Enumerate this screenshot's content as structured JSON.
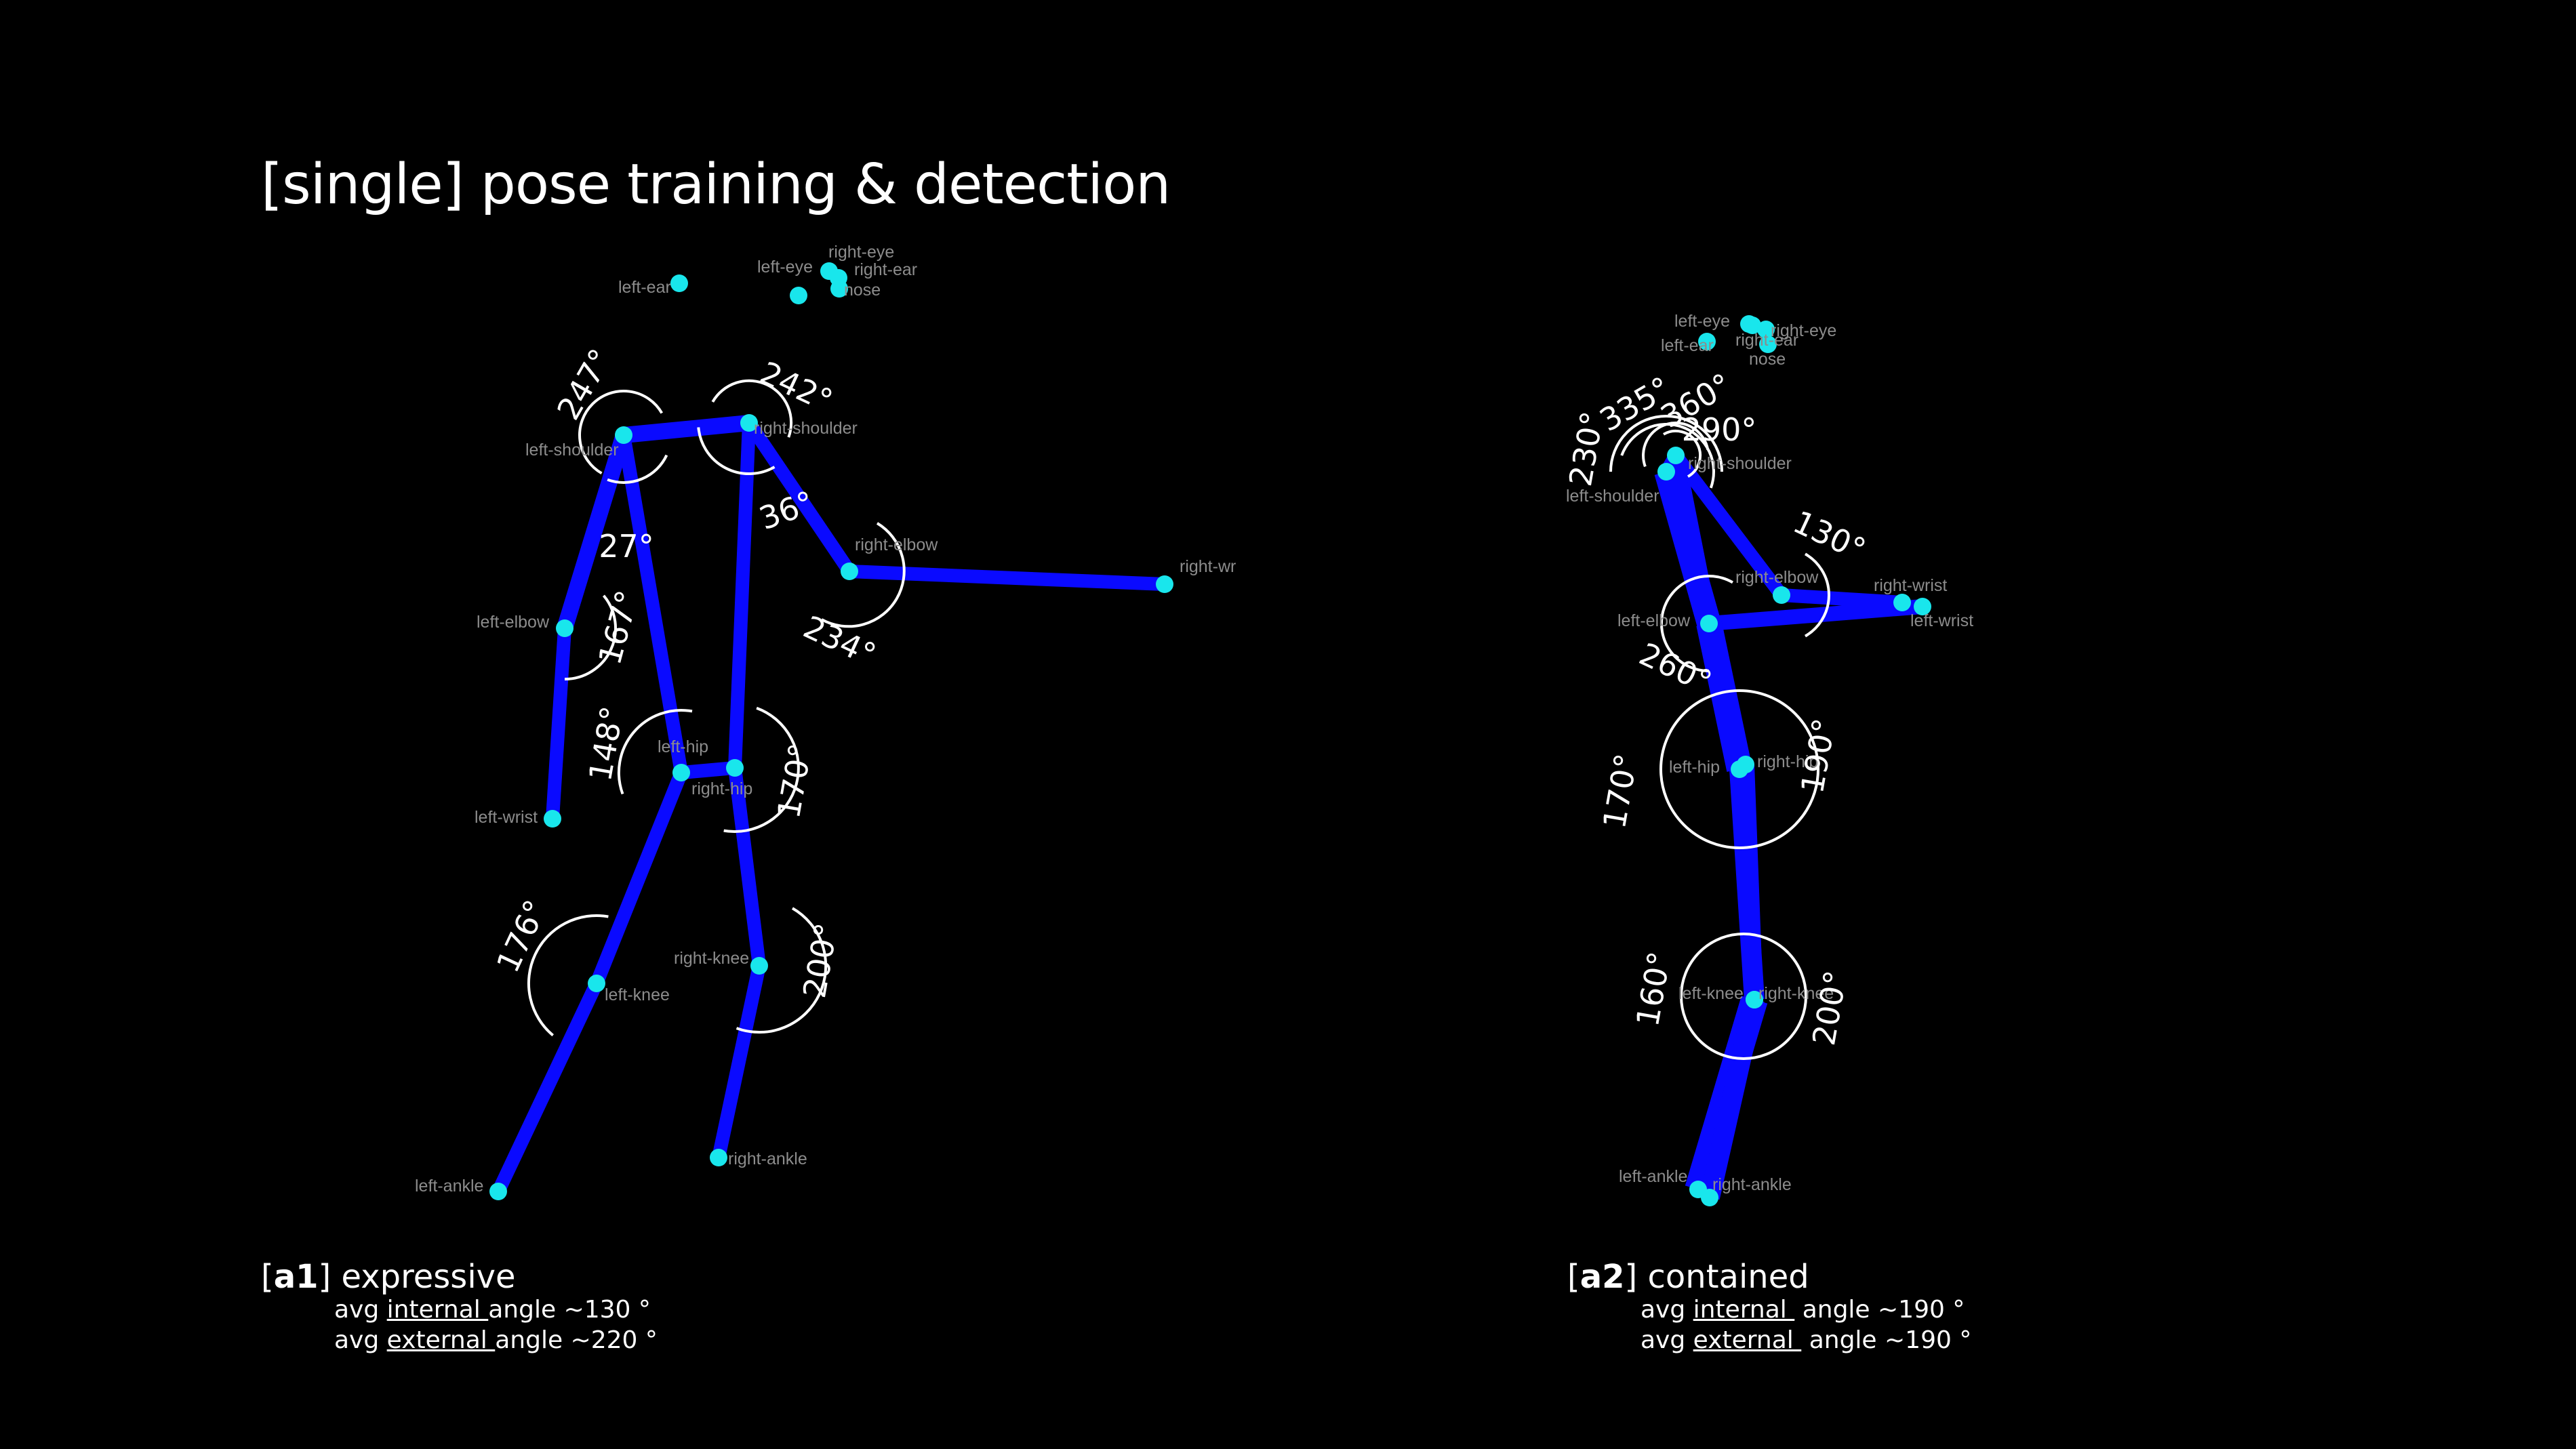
{
  "title": "[single] pose training & detection",
  "figures": [
    {
      "id": "a1",
      "caption": {
        "bracket_open": "[",
        "tag": "a1",
        "bracket_close": "]",
        "label": " expressive",
        "internal": {
          "prefix": "avg ",
          "word": "internal ",
          "suffix": "angle ~130 °"
        },
        "external": {
          "prefix": "avg ",
          "word": "external ",
          "suffix": "angle ~220 °"
        }
      },
      "keypoints": [
        {
          "label": "left-ear"
        },
        {
          "label": "left-eye"
        },
        {
          "label": "right-eye"
        },
        {
          "label": "right-ear"
        },
        {
          "label": "nose"
        },
        {
          "label": "left-shoulder"
        },
        {
          "label": "right-shoulder"
        },
        {
          "label": "right-elbow"
        },
        {
          "label": "right-wr"
        },
        {
          "label": "left-elbow"
        },
        {
          "label": "left-hip"
        },
        {
          "label": "right-hip"
        },
        {
          "label": "left-wrist"
        },
        {
          "label": "right-knee"
        },
        {
          "label": "left-knee"
        },
        {
          "label": "left-ankle"
        },
        {
          "label": "right-ankle"
        }
      ],
      "angles": [
        "247°",
        "242°",
        "27°",
        "36°",
        "167°",
        "234°",
        "148°",
        "170°",
        "176°",
        "200°"
      ]
    },
    {
      "id": "a2",
      "caption": {
        "bracket_open": "[",
        "tag": "a2",
        "bracket_close": "]",
        "label": " contained",
        "internal": {
          "prefix": "avg ",
          "word": "internal ",
          "suffix": " angle ~190 °"
        },
        "external": {
          "prefix": "avg ",
          "word": "external ",
          "suffix": " angle ~190 °"
        }
      },
      "keypoints": [
        {
          "label": "left-eye"
        },
        {
          "label": "right-eye"
        },
        {
          "label": "left-ear"
        },
        {
          "label": "right-ear"
        },
        {
          "label": "nose"
        },
        {
          "label": "right-shoulder"
        },
        {
          "label": "left-shoulder"
        },
        {
          "label": "right-elbow"
        },
        {
          "label": "right-wrist"
        },
        {
          "label": "left-elbow"
        },
        {
          "label": "left-wrist"
        },
        {
          "label": "left-hip"
        },
        {
          "label": "right-hip"
        },
        {
          "label": "left-knee"
        },
        {
          "label": "right-knee"
        },
        {
          "label": "left-ankle"
        },
        {
          "label": "right-ankle"
        }
      ],
      "angles": [
        "335°",
        "360°",
        "230°",
        "290°",
        "130°",
        "260°",
        "170°",
        "190°",
        "160°",
        "200°"
      ]
    }
  ],
  "colors": {
    "background": "#000000",
    "limb": "#0a0aff",
    "joint": "#19e6ec",
    "arc": "#ffffff",
    "label": "#8c8c8c",
    "text": "#ffffff"
  }
}
